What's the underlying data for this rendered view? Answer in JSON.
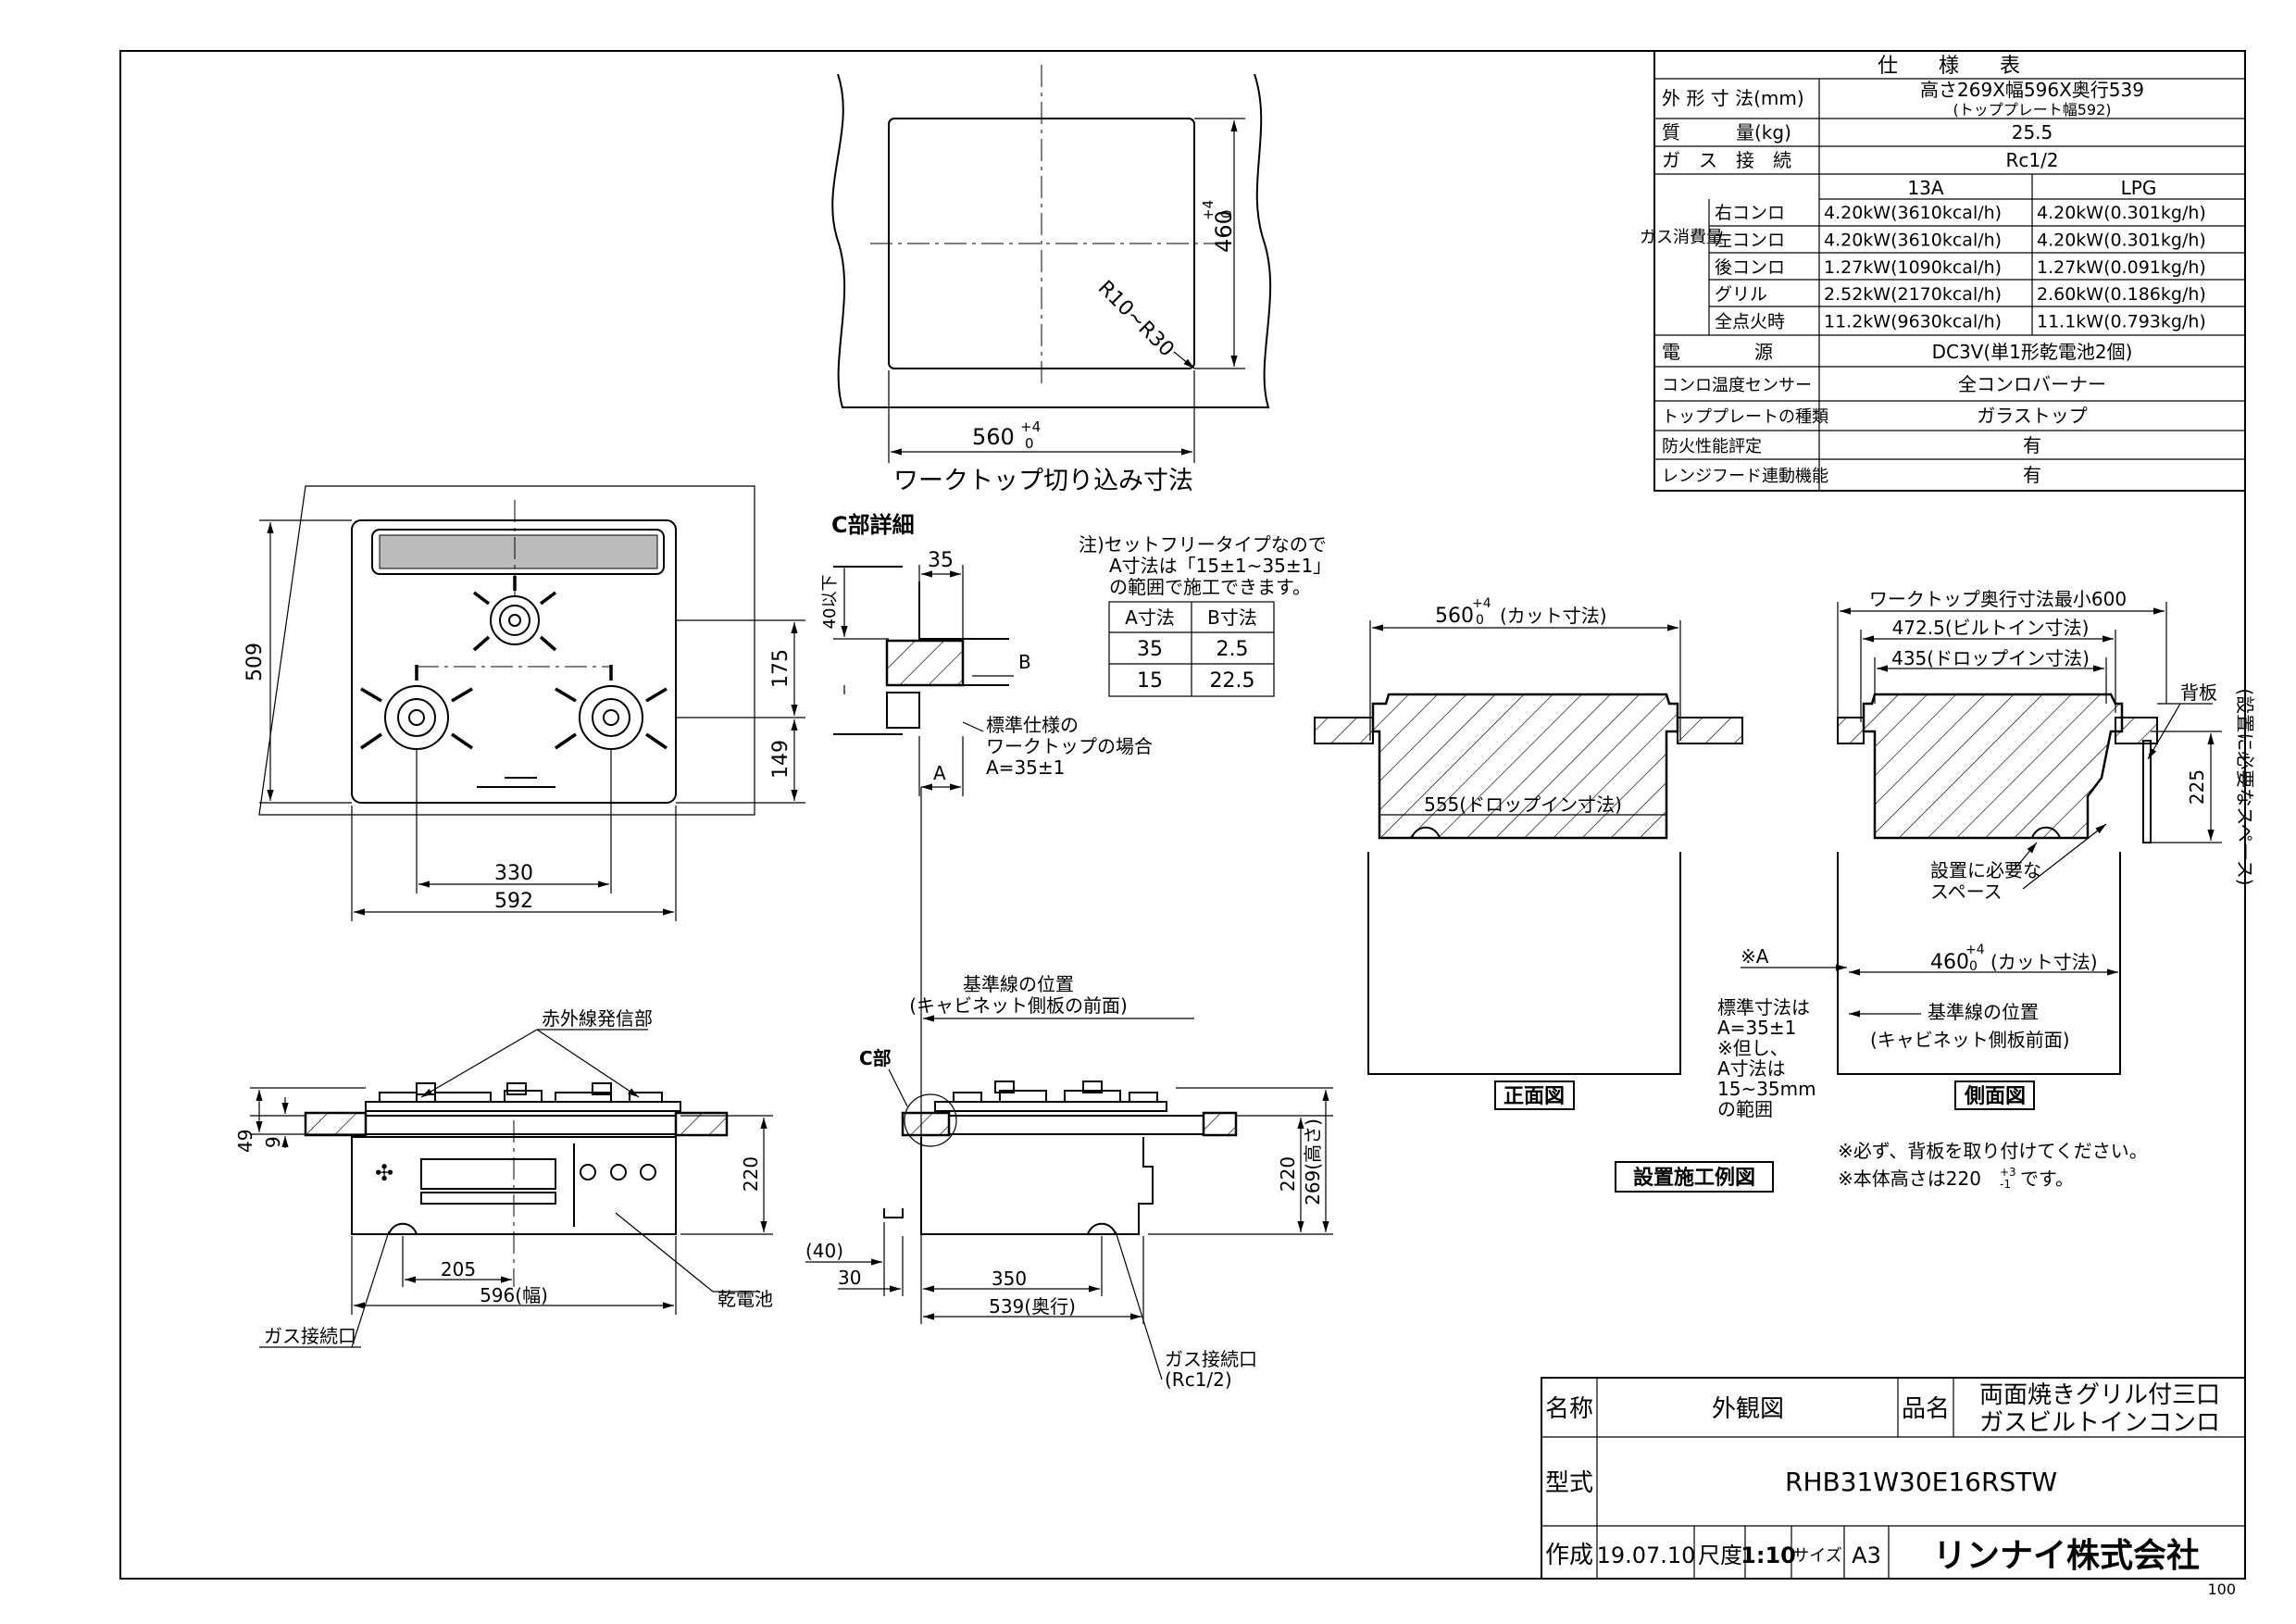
{
  "cutout": {
    "title": "ワークトップ切り込み寸法",
    "width_dim": "560",
    "width_tol": "+4",
    "width_tol_lo": "0",
    "depth_dim": "460",
    "depth_tol": "+4",
    "depth_tol_lo": "0",
    "radius": "R10~R30"
  },
  "spec": {
    "title": "仕　　様　　表",
    "rows": [
      {
        "label": "外 形 寸 法(mm)",
        "value": "高さ269X幅596X奥行539",
        "sub": "(トッププレート幅592)"
      },
      {
        "label": "質　　　量(kg)",
        "value": "25.5"
      },
      {
        "label": "ガ　ス　接　続",
        "value": "Rc1/2"
      }
    ],
    "gas_header": "ガス消費量",
    "gas_cols": [
      "13A",
      "LPG"
    ],
    "gas_rows": [
      {
        "name": "右コンロ",
        "a": "4.20kW(3610kcal/h)",
        "b": "4.20kW(0.301kg/h)"
      },
      {
        "name": "左コンロ",
        "a": "4.20kW(3610kcal/h)",
        "b": "4.20kW(0.301kg/h)"
      },
      {
        "name": "後コンロ",
        "a": "1.27kW(1090kcal/h)",
        "b": "1.27kW(0.091kg/h)"
      },
      {
        "name": "グリル",
        "a": "2.52kW(2170kcal/h)",
        "b": "2.60kW(0.186kg/h)"
      },
      {
        "name": "全点火時",
        "a": "11.2kW(9630kcal/h)",
        "b": "11.1kW(0.793kg/h)"
      }
    ],
    "rows2": [
      {
        "label": "電　　　　源",
        "value": "DC3V(単1形乾電池2個)"
      },
      {
        "label": "コンロ温度センサー",
        "value": "全コンロバーナー"
      },
      {
        "label": "トッププレートの種類",
        "value": "ガラストップ"
      },
      {
        "label": "防火性能評定",
        "value": "有"
      },
      {
        "label": "レンジフード連動機能",
        "value": "有"
      }
    ]
  },
  "top_view": {
    "d509": "509",
    "d175": "175",
    "d149": "149",
    "d330": "330",
    "d592": "592"
  },
  "detail_c": {
    "title": "C部詳細",
    "d35": "35",
    "d40": "40以下",
    "label_b": "B",
    "label_a": "A",
    "note": [
      "注)セットフリータイプなので",
      "A寸法は「15±1~35±1」",
      "の範囲で施工できます。"
    ],
    "table_head": [
      "A寸法",
      "B寸法"
    ],
    "table_rows": [
      [
        "35",
        "2.5"
      ],
      [
        "15",
        "22.5"
      ]
    ],
    "std": [
      "標準仕様の",
      "ワークトップの場合",
      "A=35±1"
    ]
  },
  "front_view": {
    "ir": "赤外線発信部",
    "d49": "49",
    "d9": "9",
    "d220": "220",
    "d205": "205",
    "d596": "596(幅)",
    "battery": "乾電池",
    "gas": "ガス接続口"
  },
  "side_view": {
    "ref": [
      "基準線の位置",
      "(キャビネット側板の前面)"
    ],
    "c_label": "C部",
    "d220": "220",
    "d269": "269(高さ)",
    "d40": "(40)",
    "d30": "30",
    "d350": "350",
    "d539": "539(奥行)",
    "gas": [
      "ガス接続口",
      "(Rc1/2)"
    ]
  },
  "install_front": {
    "cut": "560",
    "cut_tol": "+4",
    "cut_tol_lo": "0",
    "cut_label": "(カット寸法)",
    "drop": "555(ドロップイン寸法)",
    "title": "正面図"
  },
  "install_side": {
    "min": "ワークトップ奥行寸法最小600",
    "builtin": "472.5(ビルトイン寸法)",
    "drop": "435(ドロップイン寸法)",
    "back": "背板",
    "d225": "225",
    "space_v": "(設置に必要なスペース)",
    "space": [
      "設置に必要な",
      "スペース"
    ],
    "cut": "460",
    "cut_tol": "+4",
    "cut_tol_lo": "0",
    "cut_label": "(カット寸法)",
    "a_mark": "※A",
    "ref": [
      "基準線の位置",
      "(キャビネット側板前面)"
    ],
    "std": [
      "標準寸法は",
      "A=35±1",
      "※但し、",
      "A寸法は",
      "15~35mm",
      "の範囲"
    ],
    "title": "側面図"
  },
  "install_title": "設置施工例図",
  "notes": [
    "※必ず、背板を取り付けてください。",
    "※本体高さは220",
    "です。"
  ],
  "notes_tol": [
    "+3",
    "-1"
  ],
  "title_block": {
    "name_label": "名称",
    "name": "外観図",
    "product_label": "品名",
    "product": [
      "両面焼きグリル付三口",
      "ガスビルトインコンロ"
    ],
    "model_label": "型式",
    "model": "RHB31W30E16RSTW",
    "made_label": "作成",
    "date": "19.07.10",
    "scale_label": "尺度",
    "scale": "1:10",
    "size_label": "サイズ",
    "size": "A3",
    "company": "リンナイ株式会社"
  },
  "page_num": "100"
}
